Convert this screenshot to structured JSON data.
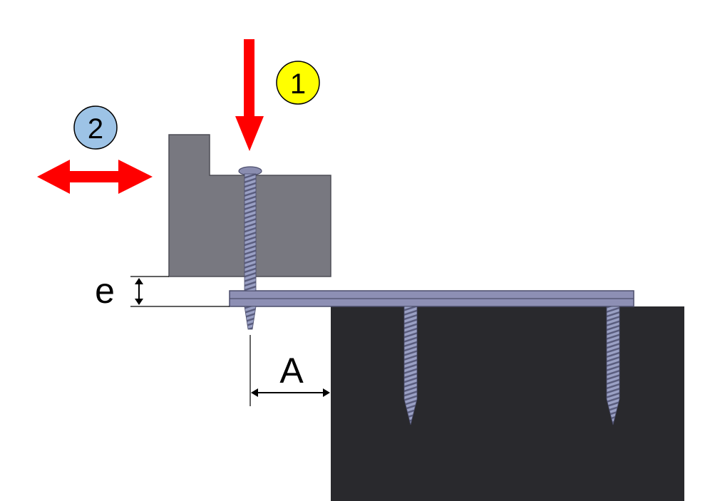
{
  "diagram": {
    "badges": [
      {
        "label": "1",
        "fill": "#ffff00"
      },
      {
        "label": "2",
        "fill": "#9dc3e6"
      }
    ],
    "dimensions": {
      "gap_label": "e",
      "distance_label": "A"
    },
    "colors": {
      "arrow": "#ff0000",
      "gray_block": "#787880",
      "dark_block": "#29292d",
      "plate": "#8d8fb4",
      "screw": "#8a8db0"
    },
    "icons": {
      "arrow_down": "down-arrow-icon",
      "arrow_horizontal": "left-right-arrow-icon",
      "screw": "screw-icon"
    }
  }
}
